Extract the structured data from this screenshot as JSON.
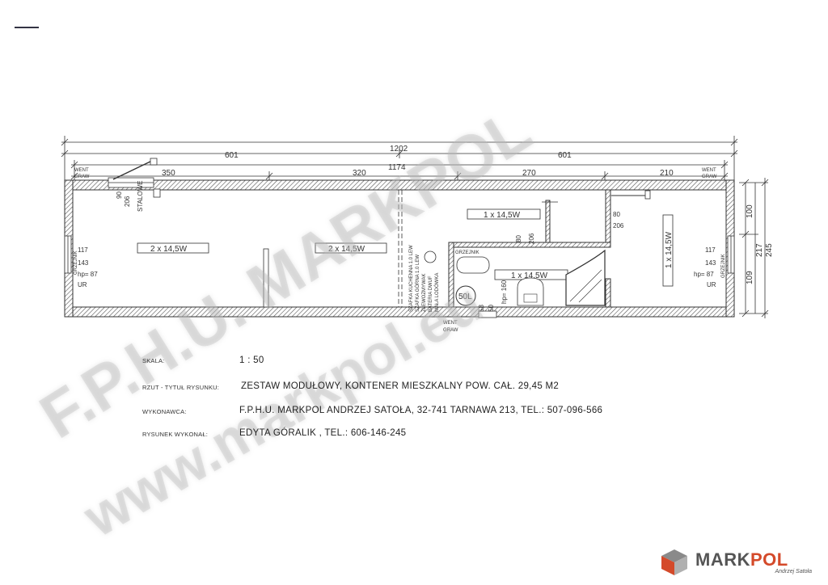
{
  "dimensions": {
    "overall": "1202",
    "half_left": "601",
    "half_right": "601",
    "inner": "1174",
    "segments": [
      "350",
      "320",
      "270",
      "210"
    ],
    "right_side": [
      "100",
      "109",
      "217",
      "245"
    ]
  },
  "rooms": {
    "left": {
      "radiator_label": "GRZEJNIK",
      "radiator_dims": [
        "117",
        "143"
      ],
      "hp": "hp= 87",
      "ur": "UR",
      "vent": [
        "WENT",
        "GRAW"
      ],
      "window_dims": [
        "90",
        "206"
      ],
      "window_label": "STALOWE",
      "light": "2 x 14,5W"
    },
    "middle": {
      "light": "2 x 14,5W",
      "kitchen_notes": [
        "SZAFKA KUCHENNA 1.0 LEW",
        "SZAFKA GÓRNA 1.0 LEW",
        "ZLEWOZMYWAK",
        "BATERIA DWUF",
        "MAŁA LODÓWKA"
      ]
    },
    "bathroom": {
      "radiator_label": "GRZEJNIK",
      "boiler": "50L",
      "dims_top": [
        "80",
        "206"
      ],
      "hp": "hp= 160",
      "sink_dims": [
        "58",
        "50"
      ],
      "light": "1 x 14,5W",
      "vent": [
        "WENT",
        "GRAW"
      ]
    },
    "corridor": {
      "light": "1 x 14,5W",
      "door_dims": [
        "80",
        "206"
      ]
    },
    "right": {
      "radiator_label": "GRZEJNIK",
      "radiator_dims": [
        "117",
        "143"
      ],
      "hp": "hp= 87",
      "ur": "UR",
      "vent": [
        "WENT",
        "GRAW"
      ],
      "light": "1 x 14,5W"
    }
  },
  "info": {
    "scale_label": "SKALA:",
    "scale_value": "1 : 50",
    "title_label": "RZUT - TYTUŁ RYSUNKU:",
    "title_value": "ZESTAW MODUŁOWY, KONTENER  MIESZKALNY POW. CAŁ. 29,45 M2",
    "contractor_label": "WYKONAWCA:",
    "contractor_value": "F.P.H.U. MARKPOL  ANDRZEJ SATOŁA, 32-741 TARNAWA 213, TEL.: 507-096-566",
    "drawn_label": "RYSUNEK WYKONAŁ:",
    "drawn_value": "EDYTA GÓRALIK , TEL.: 606-146-245"
  },
  "watermarks": [
    "F.P.H.U. MARKPOL",
    "www.markpol.eu"
  ],
  "brand": {
    "name_a": "MARK",
    "name_b": "POL",
    "sub": "Andrzej Satoła",
    "accent": "#d44a2a",
    "grey": "#555555"
  }
}
